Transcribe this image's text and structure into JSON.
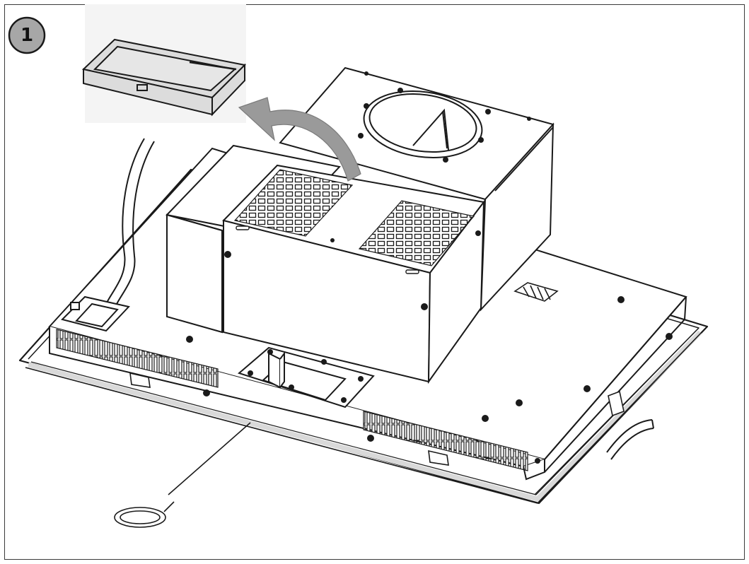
{
  "step": {
    "number": "1"
  },
  "colors": {
    "outline": "#1a1a1a",
    "arrow": "#9a9a9a",
    "badge_fill": "#a7a7a7",
    "seal": "#d9d9d9",
    "filter": "#dcdcdc"
  },
  "icons": {
    "step_badge": "circle-number",
    "arrow": "curved-arrow-up-left"
  }
}
